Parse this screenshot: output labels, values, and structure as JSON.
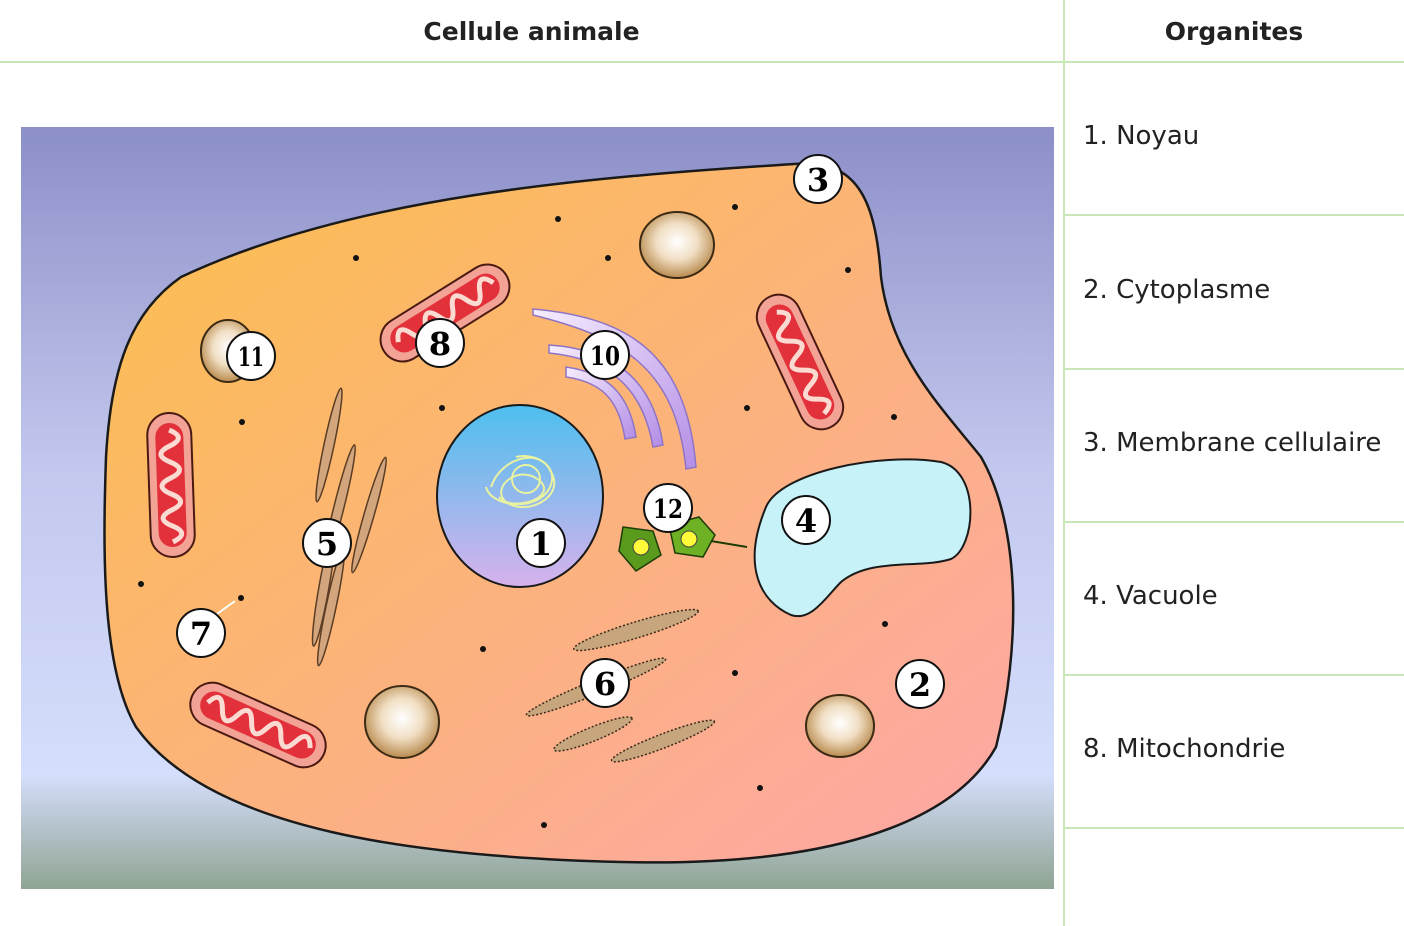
{
  "table": {
    "left_header": "Cellule animale",
    "right_header": "Organites"
  },
  "organites": [
    "1. Noyau",
    "2. Cytoplasme",
    "3. Membrane cellulaire",
    "4. Vacuole",
    "8. Mitochondrie",
    ""
  ],
  "labels": [
    "1",
    "2",
    "3",
    "4",
    "5",
    "6",
    "7",
    "8",
    "10",
    "11",
    "12"
  ],
  "colors": {
    "grid_line": "#c9e6b8",
    "cytoplasm_warm": "#fbbf4d",
    "cytoplasm_pink": "#fdaaa6",
    "background_top": "#8c8fc8",
    "background_bottom": "#8fa493",
    "nucleus": "#5fc4ee",
    "vacuole": "#c7f3f8",
    "mitochondria": "#d9363c"
  }
}
